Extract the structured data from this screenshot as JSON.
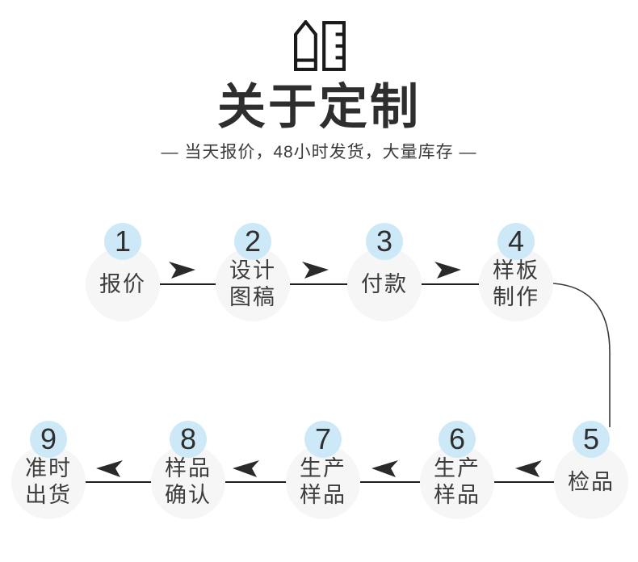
{
  "header": {
    "title": "关于定制",
    "subtitle": "— 当天报价，48小时发货，大量库存 —",
    "icon": "pencil-and-ruler-icon"
  },
  "flow": {
    "steps": [
      {
        "number": "1",
        "label": "报价"
      },
      {
        "number": "2",
        "label": "设计\n图稿"
      },
      {
        "number": "3",
        "label": "付款"
      },
      {
        "number": "4",
        "label": "样板\n制作"
      },
      {
        "number": "5",
        "label": "检品"
      },
      {
        "number": "6",
        "label": "生产\n样品"
      },
      {
        "number": "7",
        "label": "生产\n样品"
      },
      {
        "number": "8",
        "label": "样品\n确认"
      },
      {
        "number": "9",
        "label": "准时\n出货"
      }
    ],
    "connections": [
      {
        "from": "1",
        "to": "2",
        "direction": "right"
      },
      {
        "from": "2",
        "to": "3",
        "direction": "right"
      },
      {
        "from": "3",
        "to": "4",
        "direction": "right"
      },
      {
        "from": "4",
        "to": "5",
        "direction": "curve-down"
      },
      {
        "from": "5",
        "to": "6",
        "direction": "left"
      },
      {
        "from": "6",
        "to": "7",
        "direction": "left"
      },
      {
        "from": "7",
        "to": "8",
        "direction": "left"
      },
      {
        "from": "8",
        "to": "9",
        "direction": "left"
      }
    ]
  },
  "colors": {
    "badge_blue": "#cde9f8",
    "circle_gray": "#f6f6f7",
    "text_dark": "#3d3d3d",
    "title_dark": "#2e2e2e",
    "arrow_black": "#2a2a2a",
    "background": "#ffffff"
  }
}
